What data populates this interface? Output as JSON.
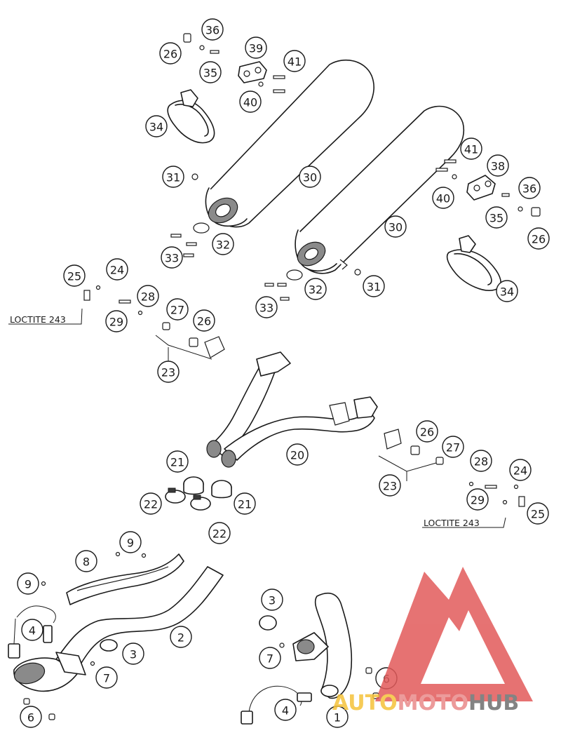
{
  "diagram": {
    "callouts": [
      "1",
      "2",
      "3",
      "4",
      "6",
      "7",
      "8",
      "9",
      "20",
      "21",
      "22",
      "23",
      "24",
      "25",
      "26",
      "27",
      "28",
      "29",
      "30",
      "31",
      "32",
      "33",
      "34",
      "35",
      "36",
      "38",
      "39",
      "40",
      "41"
    ],
    "note_label": "LOCTITE 243"
  },
  "watermark": {
    "part1": "AUTO",
    "part2": "MOTO",
    "part3": "HUB",
    "colors": {
      "auto": "#f5c23a",
      "moto": "#e98a8a",
      "hub": "#6e6e6e",
      "mark": "#e25a5a"
    }
  }
}
